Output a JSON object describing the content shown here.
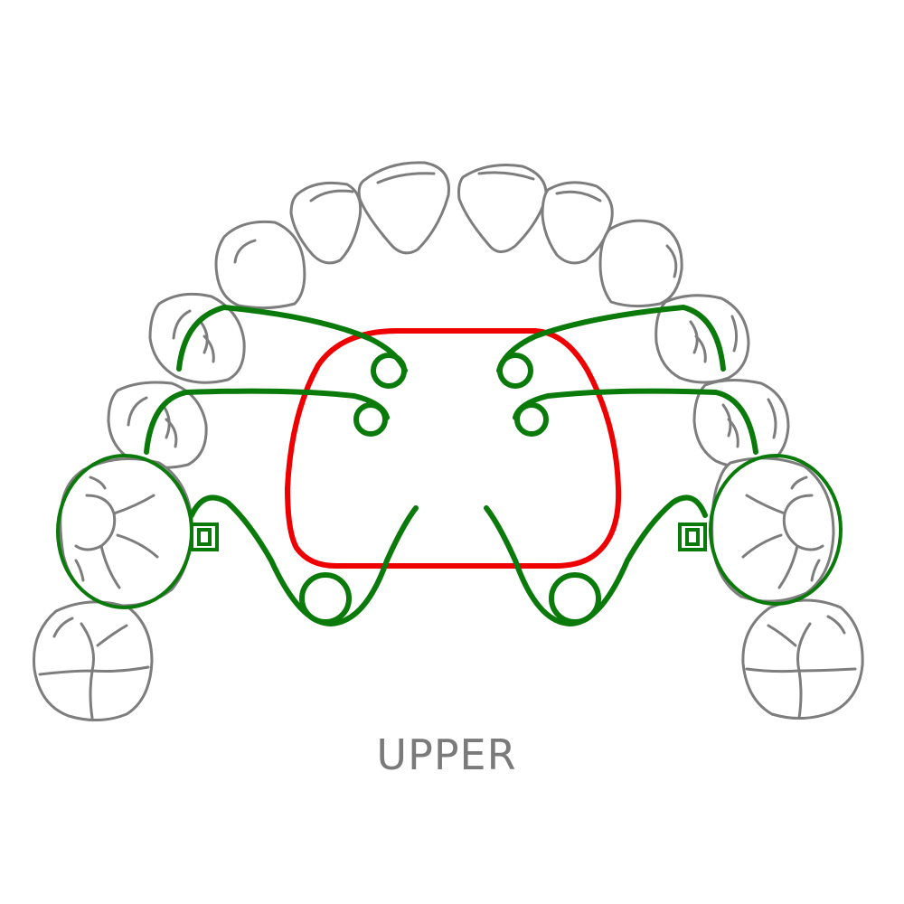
{
  "label": "UPPER",
  "colors": {
    "tooth_outline": "#7d7d7d",
    "acrylic_plate": "#ee0000",
    "wire": "#0a7a0a",
    "label_text": "#7a7a7a",
    "background": "#ffffff"
  },
  "components": {
    "teeth_count": 14,
    "acrylic_plate": "red-rounded-plate",
    "finger_springs": 4,
    "buccal_springs": 2,
    "molar_bands": 2
  }
}
